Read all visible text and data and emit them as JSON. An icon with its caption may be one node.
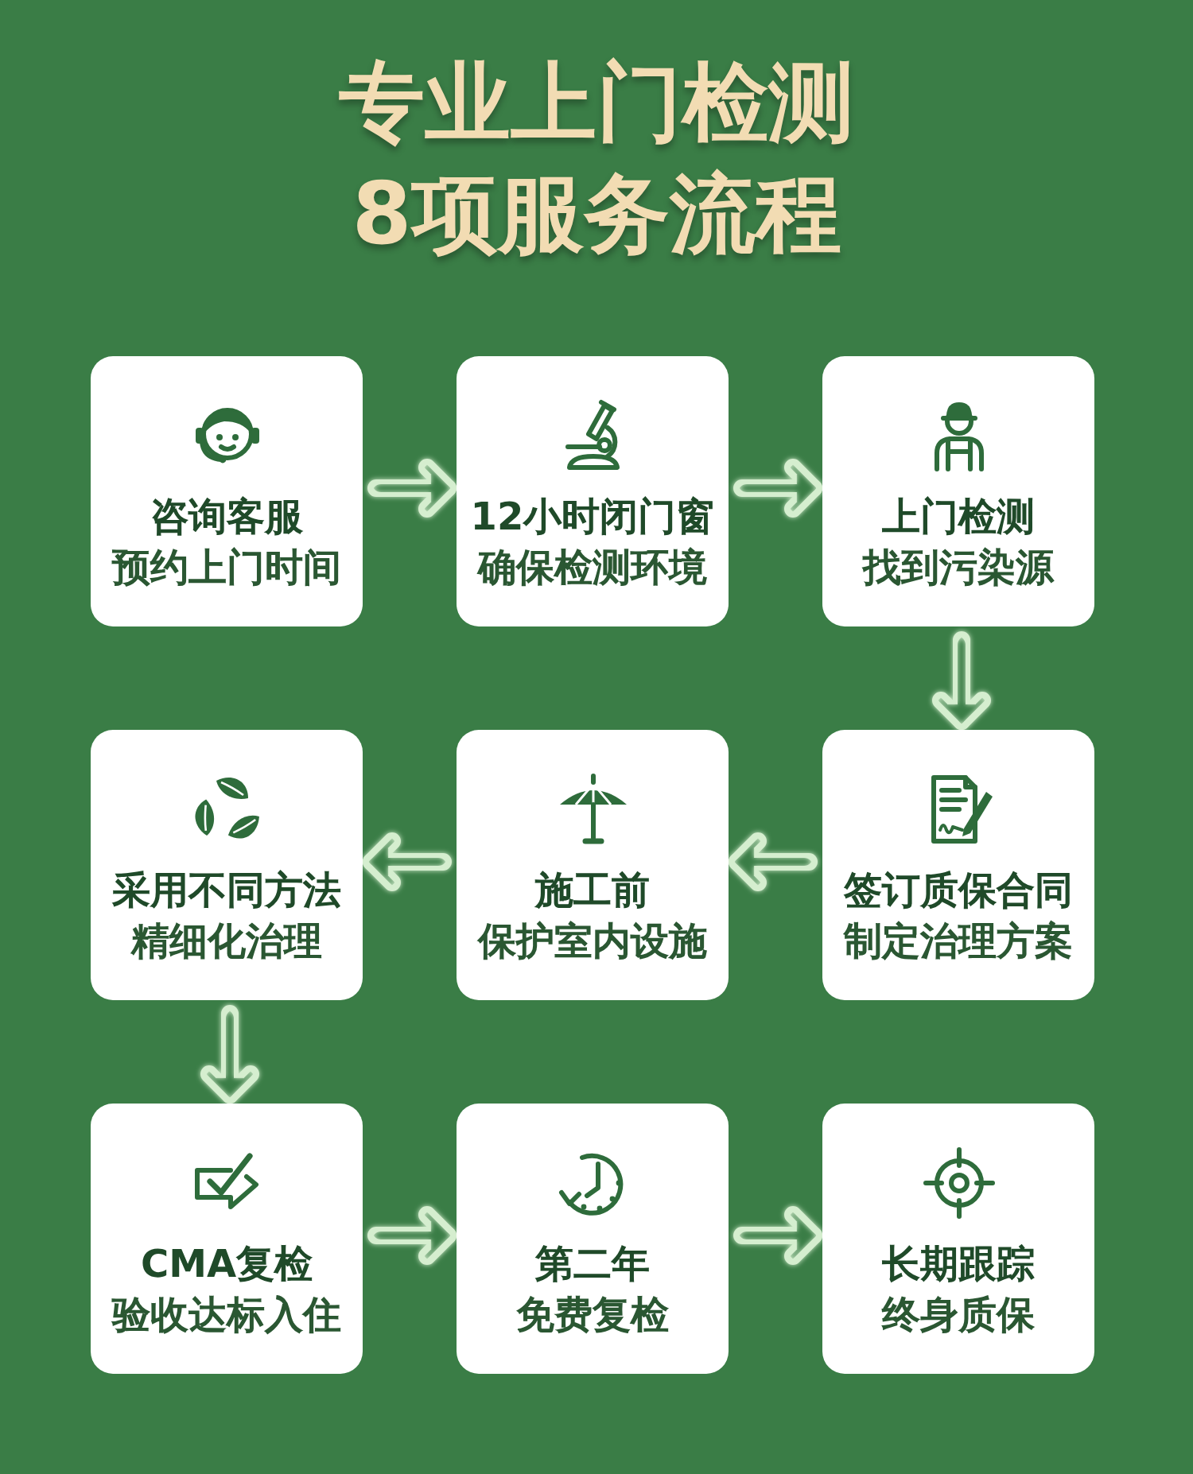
{
  "diagram": {
    "title": "专业上门检测8项服务流程",
    "nodes": [
      {
        "text": [
          "咨询客服",
          "预约上门时间"
        ]
      },
      {
        "text": [
          "12小时闭门窗",
          "确保检测环境"
        ]
      },
      {
        "text": [
          "上门检测",
          "找到污染源"
        ]
      },
      {
        "text": [
          "采用不同方法",
          "精细化治理"
        ]
      },
      {
        "text": [
          "施工前",
          "保护室内设施"
        ]
      },
      {
        "text": [
          "签订质保合同",
          "制定治理方案"
        ]
      },
      {
        "text": [
          "CMA复检",
          "验收达标入住"
        ]
      },
      {
        "text": [
          "第二年",
          "免费复检"
        ]
      },
      {
        "text": [
          "长期跟踪",
          "终身质保"
        ]
      }
    ],
    "edges": [
      {
        "from": 0,
        "to": 1,
        "arrow": "to"
      },
      {
        "from": 1,
        "to": 2,
        "arrow": "to"
      },
      {
        "from": 2,
        "to": 5,
        "arrow": "to"
      },
      {
        "from": 5,
        "to": 4,
        "arrow": "to"
      },
      {
        "from": 4,
        "to": 3,
        "arrow": "to"
      },
      {
        "from": 3,
        "to": 6,
        "arrow": "to"
      },
      {
        "from": 6,
        "to": 7,
        "arrow": "to"
      },
      {
        "from": 7,
        "to": 8,
        "arrow": "to"
      }
    ]
  }
}
